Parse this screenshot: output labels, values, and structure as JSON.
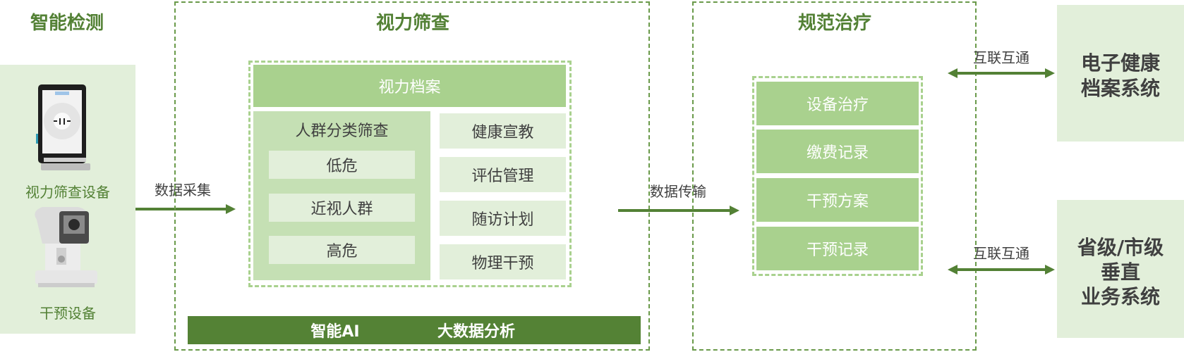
{
  "sections": {
    "smart_detection": "智能检测",
    "vision_screening": "视力筛查",
    "standard_treatment": "规范治疗"
  },
  "devices": {
    "screening_device": "视力筛查设备",
    "intervention_device": "干预设备"
  },
  "flows": {
    "data_collection": "数据采集",
    "data_transmission": "数据传输",
    "interconnect_top": "互联互通",
    "interconnect_bottom": "互联互通"
  },
  "screening": {
    "archive": "视力档案",
    "group_title": "人群分类筛查",
    "groups": [
      "低危",
      "近视人群",
      "高危"
    ],
    "services": [
      "健康宣教",
      "评估管理",
      "随访计划",
      "物理干预"
    ]
  },
  "bottom_bar": {
    "ai": "智能AI",
    "big_data": "大数据分析"
  },
  "treatment": {
    "items": [
      "设备治疗",
      "缴费记录",
      "干预方案",
      "干预记录"
    ]
  },
  "systems": {
    "ehr_line1": "电子健康",
    "ehr_line2": "档案系统",
    "prov_line1": "省级/市级",
    "prov_line2": "垂直",
    "prov_line3": "业务系统"
  },
  "colors": {
    "title_green": "#538135",
    "light_green": "#e2efda",
    "mid_green": "#c5e0b4",
    "box_green": "#a9d18e",
    "dark_bar": "#548235"
  }
}
